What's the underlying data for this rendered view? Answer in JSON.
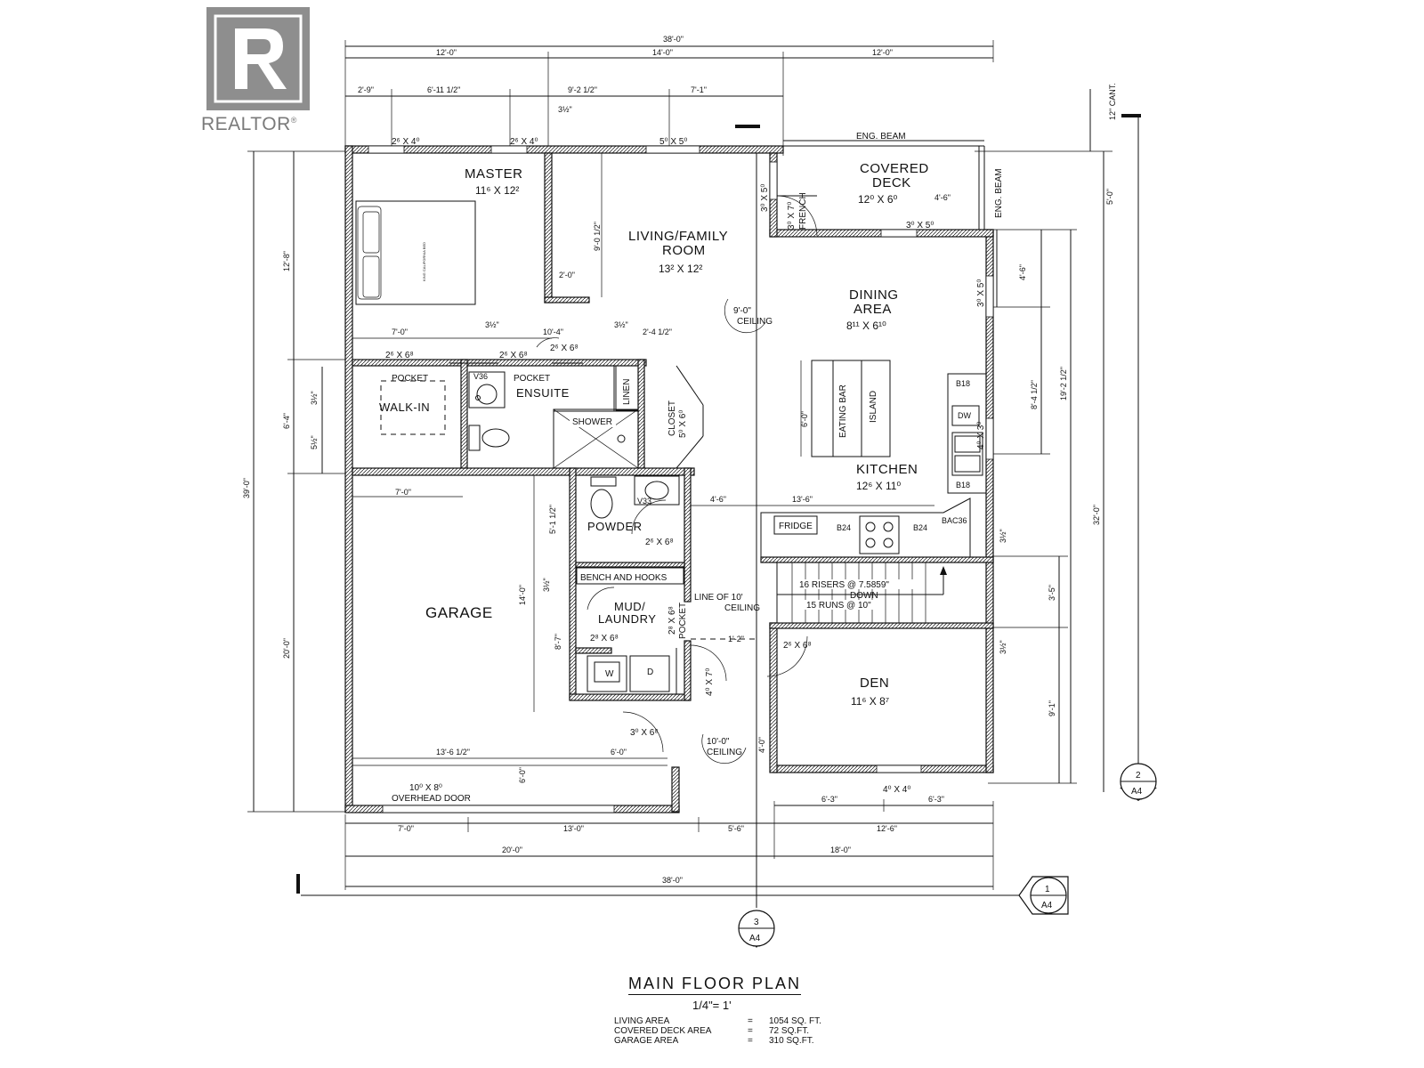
{
  "logo": {
    "text": "REALTOR",
    "registered": "®",
    "letter": "R"
  },
  "title": "MAIN FLOOR PLAN",
  "scale": "1/4\"= 1'",
  "areas": [
    {
      "label": "LIVING AREA",
      "eq": "=",
      "value": "1054 SQ. FT."
    },
    {
      "label": "COVERED DECK AREA",
      "eq": "=",
      "value": "72 SQ.FT."
    },
    {
      "label": "GARAGE AREA",
      "eq": "=",
      "value": "310 SQ.FT."
    }
  ],
  "rooms": {
    "master": {
      "name": "MASTER",
      "size": "11⁶ X 12²"
    },
    "living": {
      "name1": "LIVING/FAMILY",
      "name2": "ROOM",
      "size": "13² X 12²"
    },
    "deck": {
      "name1": "COVERED",
      "name2": "DECK",
      "size": "12⁰ X 6⁰"
    },
    "dining": {
      "name1": "DINING",
      "name2": "AREA",
      "size": "8¹¹ X 6¹⁰"
    },
    "kitchen": {
      "name": "KITCHEN",
      "size": "12⁶ X 11⁰"
    },
    "walkin": {
      "name": "WALK-IN"
    },
    "ensuite": {
      "name": "ENSUITE"
    },
    "garage": {
      "name": "GARAGE"
    },
    "powder": {
      "name": "POWDER"
    },
    "mud": {
      "name1": "MUD/",
      "name2": "LAUNDRY"
    },
    "den": {
      "name": "DEN",
      "size": "11⁶ X 8⁷"
    },
    "closet": {
      "name": "CLOSET",
      "size": "5⁰ X 6⁰"
    }
  },
  "fixtures": {
    "shower": "SHOWER",
    "linen": "LINEN",
    "v36": "V36",
    "v33": "V33",
    "eating_bar": "EATING BAR",
    "island": "ISLAND",
    "fridge": "FRIDGE",
    "b24a": "B24",
    "b24b": "B24",
    "bac36": "BAC36",
    "b18a": "B18",
    "b18b": "B18",
    "dw": "DW",
    "washer": "W",
    "dryer": "D",
    "bench": "BENCH AND HOOKS",
    "pocket1": "POCKET",
    "pocket2": "POCKET",
    "pocket3": "POCKET",
    "bed_note": "KING CALIFORNIA BED"
  },
  "notes": {
    "ceiling9a": "9'-0\"",
    "ceiling9b": "CEILING",
    "ceiling10a": "10'-0\"",
    "ceiling10b": "CEILING",
    "line10a": "LINE OF 10'",
    "line10b": "CEILING",
    "stairs1": "16 RISERS @ 7.5859\"",
    "stairs2": "DOWN",
    "stairs3": "15 RUNS @ 10\"",
    "eng_beam_top": "ENG. BEAM",
    "eng_beam_side": "ENG. BEAM",
    "overhead1": "10⁰ X 8⁰",
    "overhead2": "OVERHEAD DOOR",
    "cant": "12\" CANT.",
    "french": "FRENCH"
  },
  "openings": {
    "w_master1": "2⁶ X 4⁰",
    "w_master2": "2⁶ X 4⁰",
    "w_living": "5⁰ X 5⁰",
    "w_deck_side": "3⁰ X 5⁰",
    "door_french": "3⁰ X 7⁰",
    "w_dining": "3⁰ X 5⁰",
    "w_dining_right": "3⁰ X 5⁰",
    "w_kitchen": "4⁰ X 3⁰",
    "w_den": "4⁰ X 4⁰",
    "d_walkin": "2⁶ X 6⁸",
    "d_ensuite": "2⁶ X 6⁸",
    "d_master": "2⁶ X 6⁸",
    "d_powder": "2⁶ X 6⁸",
    "d_mud": "2⁸ X 6⁸",
    "d_mud_pocket": "2⁸ X 6⁸",
    "d_garage": "3⁰ X 6⁸",
    "d_entry": "4⁰ X 7⁰",
    "d_den": "2⁶ X 6⁸"
  },
  "dims": {
    "top_overall": "38'-0\"",
    "top_a": "12'-0\"",
    "top_b": "14'-0\"",
    "top_c": "12'-0\"",
    "top_d": "2'-9\"",
    "top_e": "6'-11 1/2\"",
    "top_f": "9'-2 1/2\"",
    "top_g": "7'-1\"",
    "bot_a": "7'-0\"",
    "bot_b": "13'-0\"",
    "bot_c": "5'-6\"",
    "bot_d": "12'-6\"",
    "bot_e": "20'-0\"",
    "bot_f": "18'-0\"",
    "bot_overall": "38'-0\"",
    "bot_g": "6'-3\"",
    "bot_h": "6'-3\"",
    "left_overall": "39'-0\"",
    "left_a": "12'-8\"",
    "left_b": "6'-4\"",
    "left_c": "20'-0\"",
    "left_d": "3½\"",
    "left_e": "5½\"",
    "right_a": "5'-0\"",
    "right_b": "32'-0\"",
    "right_c": "19'-2 1/2\"",
    "right_d": "8'-4 1/2\"",
    "right_e": "4'-6\"",
    "right_f": "3'-5\"",
    "right_g": "9'-1\"",
    "right_h": "3½\"",
    "right_i": "3½\"",
    "in_a": "9'-0 1/2\"",
    "in_b": "2'-0\"",
    "in_c": "7'-0\"",
    "in_d": "3½\"",
    "in_e": "10'-4\"",
    "in_f": "3½\"",
    "in_g": "2'-4 1/2\"",
    "in_h": "3½\"",
    "in_i": "4'-6\"",
    "in_j": "13'-6\"",
    "in_k": "6'-0\"",
    "in_l": "7'-0\"",
    "in_m": "5'-1 1/2\"",
    "in_n": "14'-0\"",
    "in_o": "8'-7\"",
    "in_p": "3½\"",
    "in_q": "1'-2\"",
    "in_r": "13'-6 1/2\"",
    "in_s": "6'-0\"",
    "in_t": "6'-0\"",
    "in_u": "4'-0\"",
    "in_v": "4'-6\"",
    "in_w": "3½\""
  },
  "markers": [
    {
      "num": "1",
      "ref": "A4"
    },
    {
      "num": "2",
      "ref": "A4"
    },
    {
      "num": "3",
      "ref": "A4"
    }
  ]
}
